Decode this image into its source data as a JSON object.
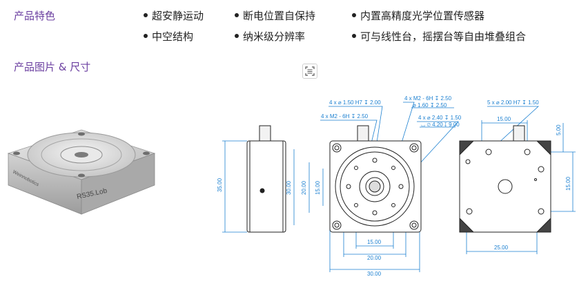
{
  "features_title": "产品特色",
  "features": [
    "超安静运动",
    "断电位置自保持",
    "内置高精度光学位置传感器",
    "中空结构",
    "纳米级分辨率",
    "可与线性台，摇摆台等自由堆叠组合"
  ],
  "images_title": "产品图片 & 尺寸",
  "product_label": "RS35.Lob",
  "brand_label": "Weinnobotics",
  "dimensions": {
    "side_height": "35.00",
    "front_30": "30.00",
    "front_20": "20.00",
    "front_15": "15.00",
    "bottom_15": "15.00",
    "bottom_20": "20.00",
    "bottom_30": "30.00",
    "hole_1": "4 x ⌀ 1.50 H7 ↧ 2.00",
    "hole_2": "4 x M2 - 6H ↧ 2.50",
    "hole_3": "4 x M2 - 6H ↧ 2.50",
    "hole_4": "⌀ 1.60 ↧ 2.50",
    "hole_5": "4 x ⌀ 2.40 ↧ 1.50",
    "hole_6": "⌴ ⌀ 4.20 ↧ 9.00",
    "back_hole": "5 x ⌀ 2.00 H7 ↧ 1.50",
    "back_top_15": "15.00",
    "back_right_5": "5.00",
    "back_right_15": "15.00",
    "back_bottom_25": "25.00"
  }
}
